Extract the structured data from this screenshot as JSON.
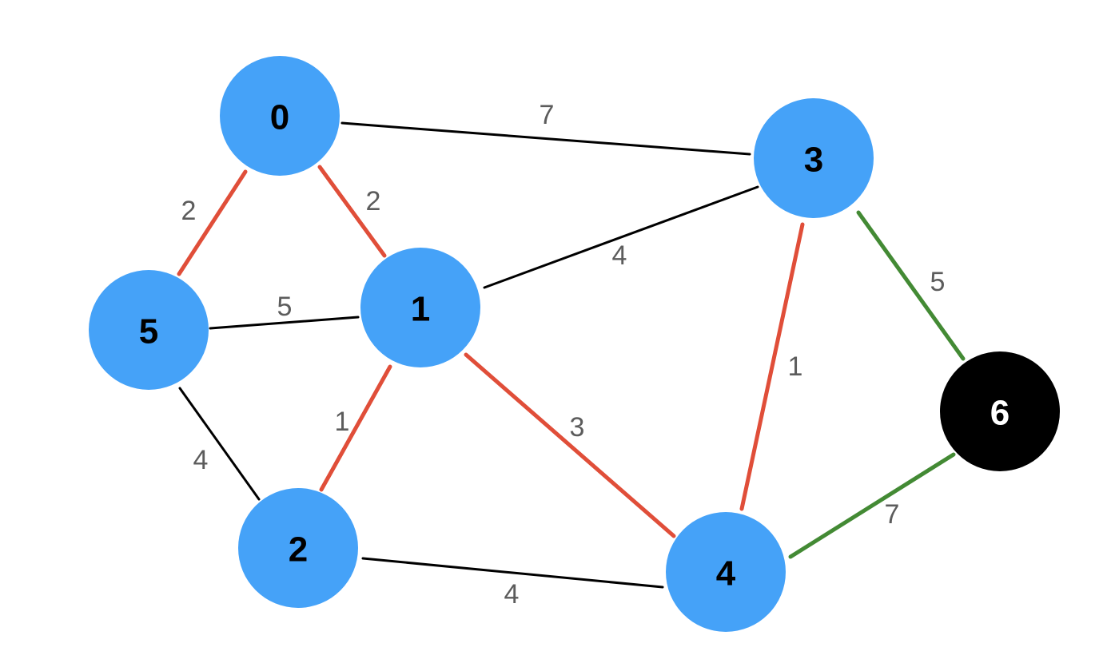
{
  "colors": {
    "node_fill": "#45a2f8",
    "node_fill_special": "#000000",
    "node_text": "#000000",
    "node_text_special": "#ffffff",
    "edge_plain": "#000000",
    "edge_red": "#dd3b24",
    "edge_green": "#2f7d1e",
    "weight_text": "#5c5c5c"
  },
  "nodes": [
    {
      "id": "0",
      "label": "0",
      "style": "normal"
    },
    {
      "id": "1",
      "label": "1",
      "style": "normal"
    },
    {
      "id": "2",
      "label": "2",
      "style": "normal"
    },
    {
      "id": "3",
      "label": "3",
      "style": "normal"
    },
    {
      "id": "4",
      "label": "4",
      "style": "normal"
    },
    {
      "id": "5",
      "label": "5",
      "style": "normal"
    },
    {
      "id": "6",
      "label": "6",
      "style": "special"
    }
  ],
  "edges": [
    {
      "from": "0",
      "to": "3",
      "weight": "7",
      "highlight": "none"
    },
    {
      "from": "0",
      "to": "5",
      "weight": "2",
      "highlight": "red"
    },
    {
      "from": "0",
      "to": "1",
      "weight": "2",
      "highlight": "red"
    },
    {
      "from": "1",
      "to": "3",
      "weight": "4",
      "highlight": "none"
    },
    {
      "from": "5",
      "to": "1",
      "weight": "5",
      "highlight": "none"
    },
    {
      "from": "3",
      "to": "6",
      "weight": "5",
      "highlight": "green"
    },
    {
      "from": "3",
      "to": "4",
      "weight": "1",
      "highlight": "red"
    },
    {
      "from": "1",
      "to": "2",
      "weight": "1",
      "highlight": "red"
    },
    {
      "from": "1",
      "to": "4",
      "weight": "3",
      "highlight": "red"
    },
    {
      "from": "5",
      "to": "2",
      "weight": "4",
      "highlight": "none"
    },
    {
      "from": "4",
      "to": "6",
      "weight": "7",
      "highlight": "green"
    },
    {
      "from": "2",
      "to": "4",
      "weight": "4",
      "highlight": "none"
    }
  ]
}
